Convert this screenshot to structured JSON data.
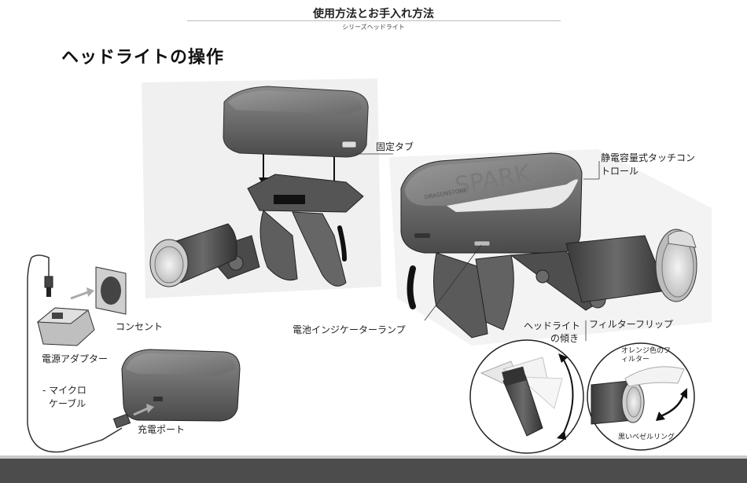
{
  "header": {
    "title": "使用方法とお手入れ方法",
    "subtitle": "シリーズヘッドライト"
  },
  "page_title": "ヘッドライトの操作",
  "labels": {
    "fixing_tab": "固定タブ",
    "touch_control_1": "静電容量式タッチコン",
    "touch_control_2": "トロール",
    "outlet": "コンセント",
    "power_adapter": "電源アダプター",
    "micro_cable_1": "- マイクロ",
    "micro_cable_2": "ケーブル",
    "charge_port": "充電ポート",
    "battery_indicator": "電池インジケーターランプ",
    "tilt_1": "ヘッドライト",
    "tilt_2": "の傾き",
    "filter_flip": "フィルターフリップ",
    "orange_filter_1": "オレンジ色のフ",
    "orange_filter_2": "ィルター",
    "bezel_ring": "黒いベゼルリング"
  },
  "device_text": {
    "brand": "SPARK",
    "small": "DRAGONSTONE"
  },
  "colors": {
    "body": "#5a5a5a",
    "dark": "#2e2e2e",
    "footer": "#4c4c4c"
  }
}
